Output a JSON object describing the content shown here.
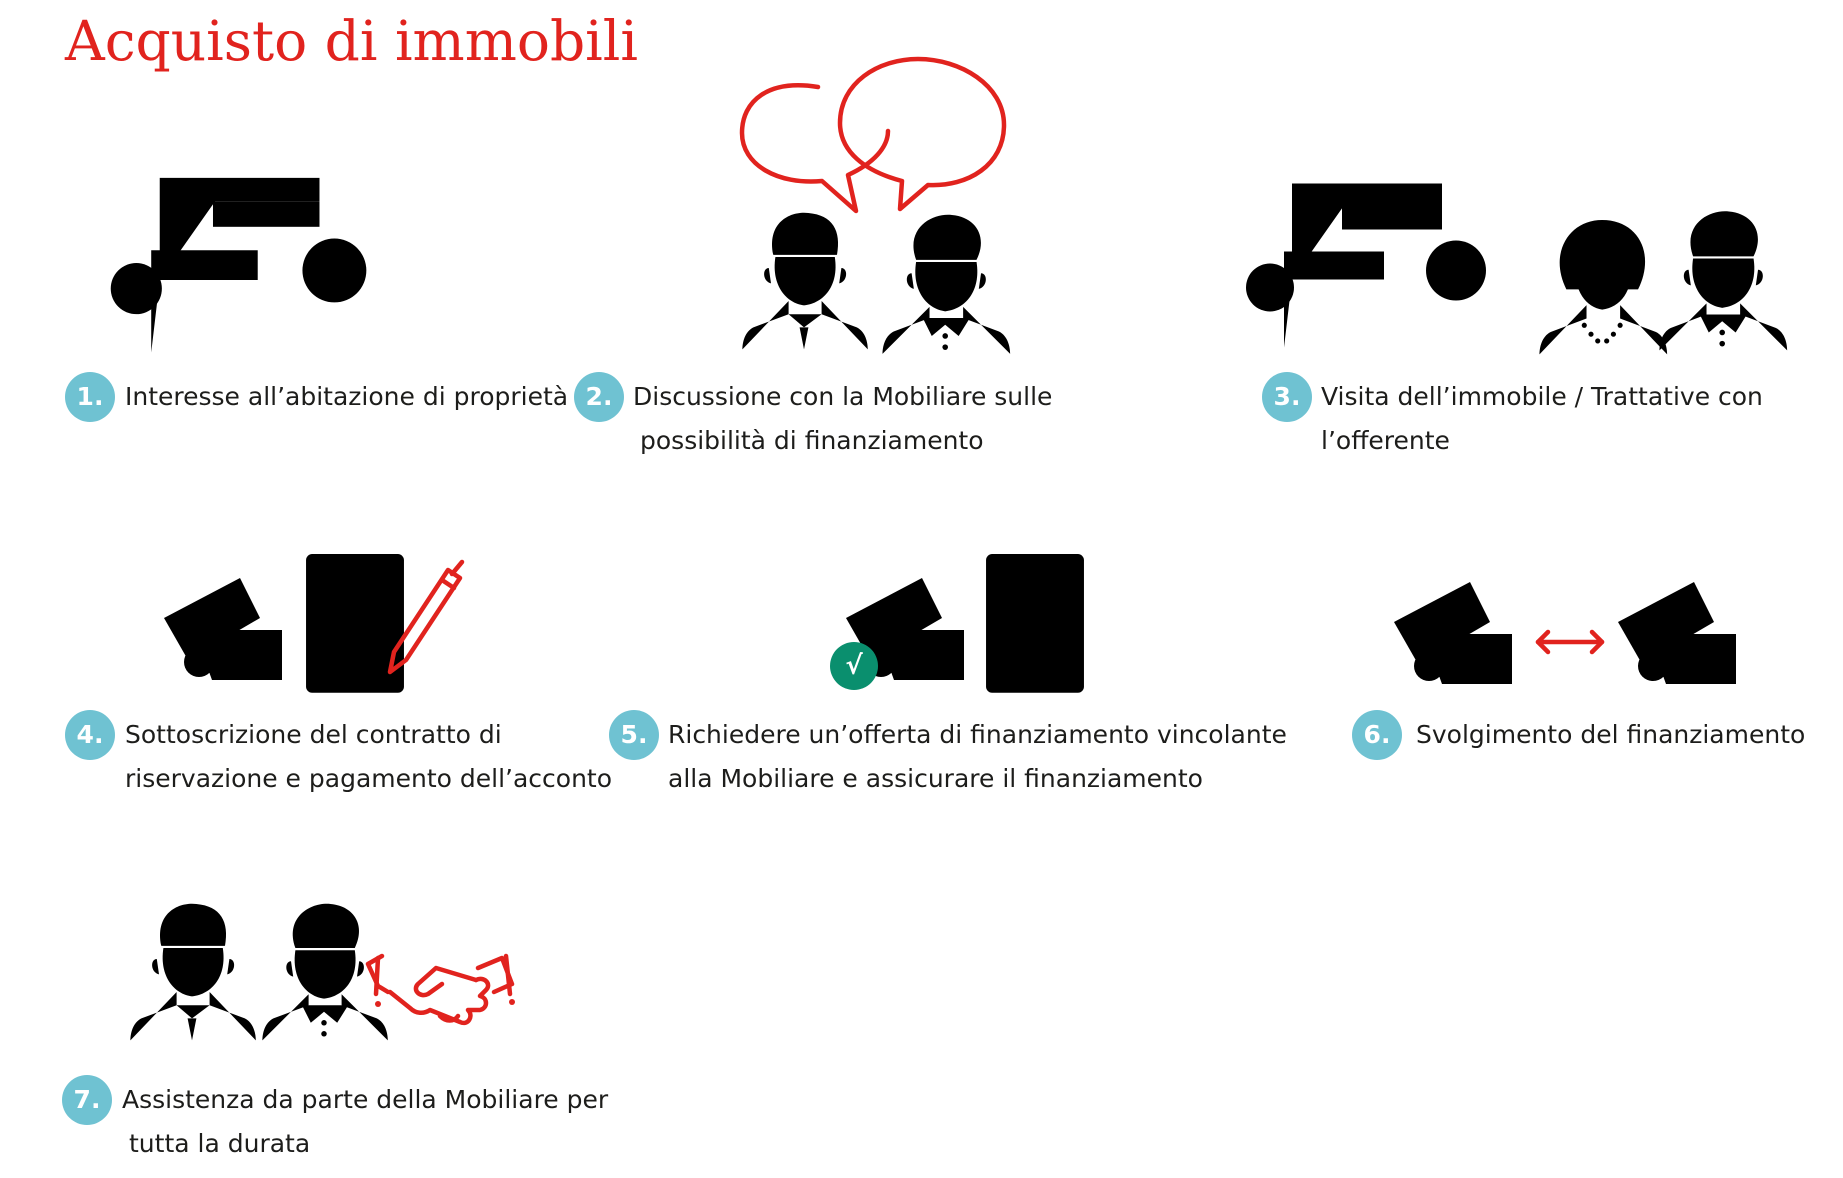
{
  "title": "Acquisto di immobili",
  "colors": {
    "accent": "#e1231e",
    "badge": "#6fc2d2",
    "check": "#0a8f6e",
    "text": "#1d1d1b"
  },
  "check_mark": "√",
  "steps": [
    {
      "number": "1.",
      "icon": "house-with-trees-icon",
      "lines": [
        "Interesse all’abitazione di proprietà"
      ]
    },
    {
      "number": "2.",
      "icon": "advisor-client-speech-icon",
      "lines": [
        "Discussione con la Mobiliare sulle",
        "possibilità di finanziamento"
      ]
    },
    {
      "number": "3.",
      "icon": "house-with-couple-icon",
      "lines": [
        "Visita dell’immobile / Trattative con",
        "l’offerente"
      ]
    },
    {
      "number": "4.",
      "icon": "money-contract-pen-icon",
      "lines": [
        "Sottoscrizione del contratto di",
        "riservazione e pagamento dell’acconto"
      ]
    },
    {
      "number": "5.",
      "icon": "money-document-check-icon",
      "lines": [
        "Richiedere un’offerta di finanziamento vincolante",
        "alla Mobiliare e assicurare il finanziamento"
      ]
    },
    {
      "number": "6.",
      "icon": "money-exchange-icon",
      "lines": [
        "Svolgimento del finanziamento"
      ]
    },
    {
      "number": "7.",
      "icon": "advisor-client-handshake-icon",
      "lines": [
        "Assistenza da parte della Mobiliare per",
        "tutta la durata"
      ]
    }
  ]
}
